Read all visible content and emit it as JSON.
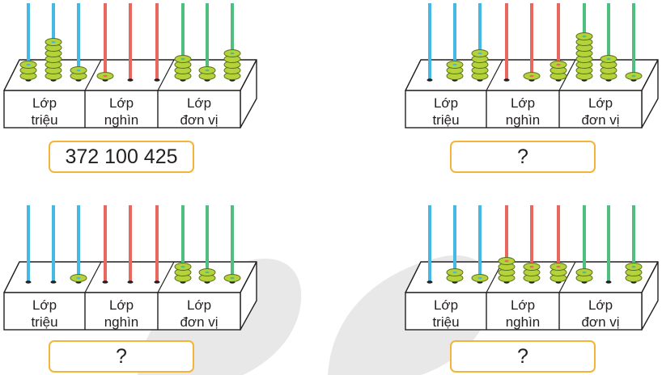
{
  "labels": {
    "class_millions": [
      "Lớp",
      "triệu"
    ],
    "class_thousands": [
      "Lớp",
      "nghìn"
    ],
    "class_units": [
      "Lớp",
      "đơn vị"
    ]
  },
  "colors": {
    "millions_rod": "#45b8e3",
    "thousands_rod": "#e8675f",
    "units_rod": "#4fbf7f",
    "bead": "#b6d23a",
    "bead_dark": "#55701b",
    "box_border": "#f2b53a",
    "watermark": "#e8e8e8"
  },
  "abacuses": [
    {
      "digits": [
        3,
        7,
        2,
        1,
        0,
        0,
        4,
        2,
        5
      ],
      "answer": "372 100 425"
    },
    {
      "digits": [
        0,
        3,
        5,
        0,
        1,
        3,
        8,
        4,
        1
      ],
      "answer": "?"
    },
    {
      "digits": [
        0,
        0,
        1,
        0,
        0,
        0,
        3,
        2,
        1
      ],
      "answer": "?"
    },
    {
      "digits": [
        0,
        2,
        1,
        4,
        3,
        3,
        2,
        0,
        3
      ],
      "answer": "?"
    }
  ]
}
